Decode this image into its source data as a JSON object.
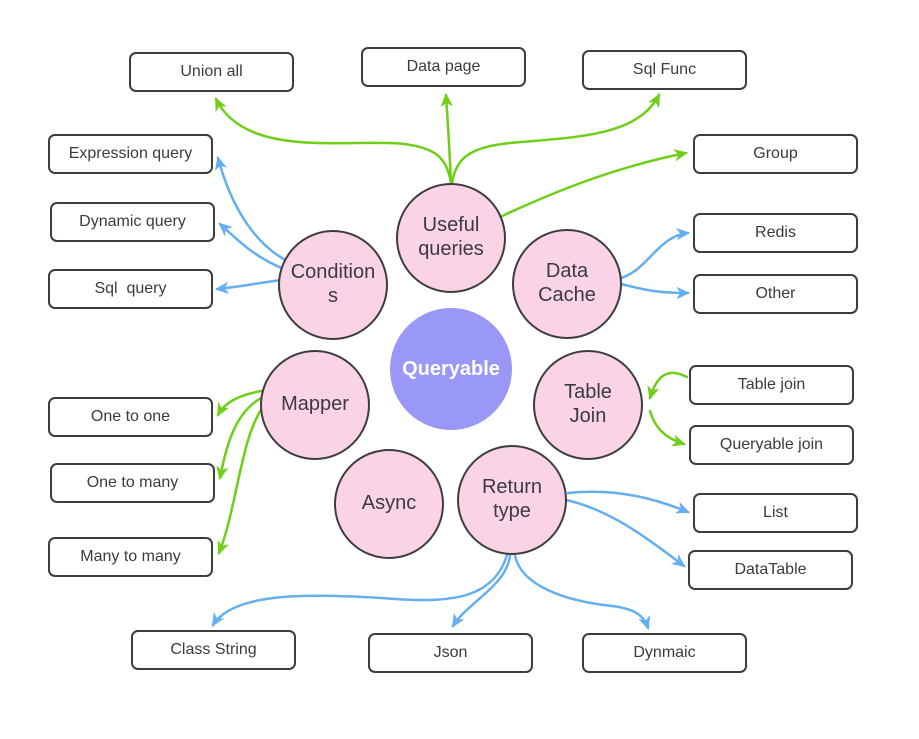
{
  "colors": {
    "center_fill": "#9998f7",
    "topic_fill": "#fbd3e7",
    "node_border": "#3d3d3d",
    "edge_green": "#6fce18",
    "edge_blue": "#64aef2"
  },
  "center": {
    "label": "Queryable"
  },
  "circles": {
    "useful_queries": {
      "label": "Useful queries"
    },
    "data_cache": {
      "label": "Data Cache"
    },
    "table_join": {
      "label": "Table Join"
    },
    "return_type": {
      "label": "Return type"
    },
    "async": {
      "label": "Async"
    },
    "mapper": {
      "label": "Mapper"
    },
    "conditions": {
      "label": "Conditions"
    }
  },
  "boxes": {
    "union_all": {
      "label": "Union all"
    },
    "data_page": {
      "label": "Data page"
    },
    "sql_func": {
      "label": "Sql Func"
    },
    "group": {
      "label": "Group"
    },
    "redis": {
      "label": "Redis"
    },
    "other": {
      "label": "Other"
    },
    "table_join": {
      "label": "Table join"
    },
    "queryable_join": {
      "label": "Queryable join"
    },
    "list": {
      "label": "List"
    },
    "datatable": {
      "label": "DataTable"
    },
    "dynmaic": {
      "label": "Dynmaic"
    },
    "json": {
      "label": "Json"
    },
    "class_string": {
      "label": "Class String"
    },
    "many_to_many": {
      "label": "Many to many"
    },
    "one_to_many": {
      "label": "One to many"
    },
    "one_to_one": {
      "label": "One to one"
    },
    "sql_query": {
      "label": "Sql  query"
    },
    "dynamic_query": {
      "label": "Dynamic query"
    },
    "expression_query": {
      "label": "Expression query"
    }
  }
}
